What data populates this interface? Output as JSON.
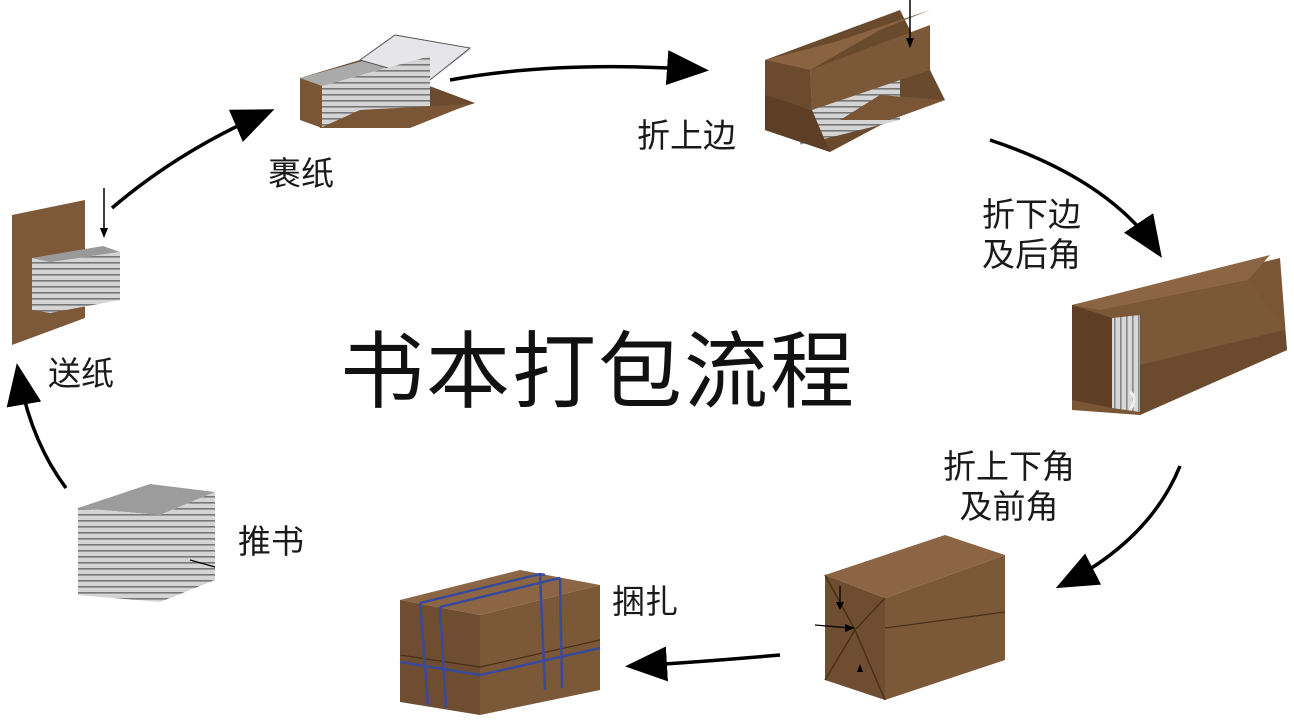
{
  "title": "书本打包流程",
  "steps": [
    {
      "label": "送纸"
    },
    {
      "label": "裹纸"
    },
    {
      "label": "折上边"
    },
    {
      "label_lines": [
        "折下边",
        "及后角"
      ]
    },
    {
      "label_lines": [
        "折上下角",
        "及前角"
      ]
    },
    {
      "label": "捆扎"
    },
    {
      "label": "推书"
    }
  ],
  "colors": {
    "kraft": "#7a5637",
    "kraft_dark": "#5e3f25",
    "kraft_light": "#9a7350",
    "paper": "#c9c9c9",
    "paper_line": "#6f6f6f",
    "strap": "#3a4a9a",
    "arrow": "#000000"
  }
}
